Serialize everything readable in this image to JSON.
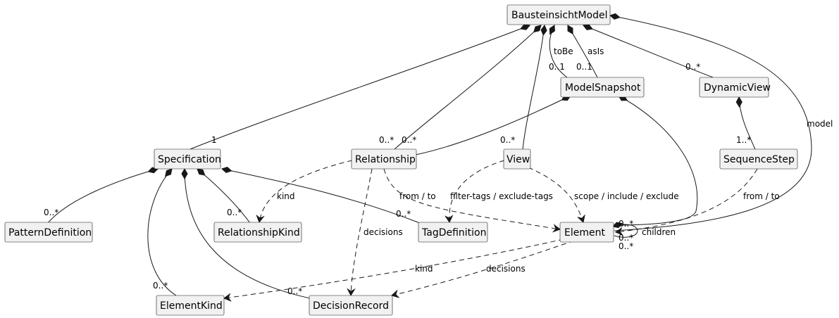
{
  "diagram": {
    "classes": {
      "bausteinsicht_model": "BausteinsichtModel",
      "model_snapshot": "ModelSnapshot",
      "dynamic_view": "DynamicView",
      "specification": "Specification",
      "relationship": "Relationship",
      "view": "View",
      "sequence_step": "SequenceStep",
      "pattern_definition": "PatternDefinition",
      "relationship_kind": "RelationshipKind",
      "tag_definition": "TagDefinition",
      "element": "Element",
      "element_kind": "ElementKind",
      "decision_record": "DecisionRecord"
    },
    "labels": {
      "to_be": "toBe",
      "as_is": "asIs",
      "model": "model",
      "kind_rel": "kind",
      "from_to_rel": "from / to",
      "filter_tags": "filter-tags / exclude-tags",
      "scope": "scope / include / exclude",
      "from_to_step": "from / to",
      "decisions_rel": "decisions",
      "children": "children",
      "kind_el": "kind",
      "decisions_el": "decisions"
    },
    "multiplicities": {
      "tobe_m": "0..1",
      "asis_m": "0..1",
      "dynview_m": "0..*",
      "spec_m": "1",
      "rel_model_m": "0..*",
      "rel_snap_m": "0..*",
      "view_m": "0..*",
      "step_m": "1..*",
      "pattern_m": "0..*",
      "relkind_m": "0..*",
      "tagdef_m": "0..*",
      "elkind_m": "0..*",
      "decrec_m": "0..*",
      "el_model_m": "0..*",
      "el_children_a": "0..*",
      "el_children_b": "0..*"
    }
  }
}
